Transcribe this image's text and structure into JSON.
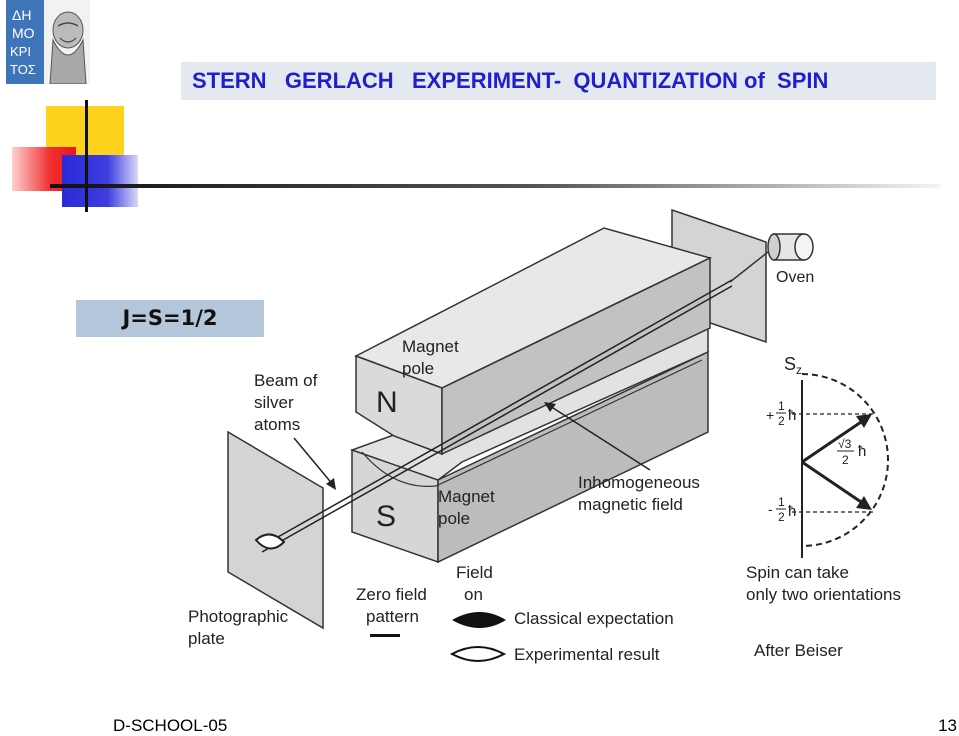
{
  "logo": {
    "lettering": [
      "ΔΗ",
      "ΜΟ",
      "ΚΡΙ",
      "ΤΟΣ"
    ]
  },
  "header": {
    "title": "STERN   GERLACH   EXPERIMENT-  QUANTIZATION of  SPIN"
  },
  "subtitle_box": {
    "text": "J=S=1/2"
  },
  "diagram": {
    "oven": "Oven",
    "magnet_pole_top": [
      "Magnet",
      "pole"
    ],
    "magnet_pole_bottom": [
      "Magnet",
      "pole"
    ],
    "north": "N",
    "south": "S",
    "beam_label": [
      "Beam of",
      "silver",
      "atoms"
    ],
    "inhomogeneous_label": [
      "Inhomogeneous",
      "magnetic field"
    ],
    "photographic_plate": [
      "Photographic",
      "plate"
    ],
    "zero_field_pattern": [
      "Zero field",
      "pattern"
    ],
    "field_on": [
      "Field",
      "on"
    ],
    "classical_expectation": "Classical expectation",
    "experimental_result": "Experimental result",
    "after_beiser": "After Beiser",
    "spin_caption": [
      "Spin can take",
      "only two orientations"
    ],
    "sz_label": "S",
    "sz_sub": "z",
    "plus_half": "+",
    "minus_half": "-",
    "half_num": "1",
    "half_den": "2",
    "hbar": "ħ",
    "sqrt3_num": "√3",
    "sqrt3_den": "2",
    "sqrt3_h": "ħ"
  },
  "footer": {
    "left": "D-SCHOOL-05",
    "page_number": "13"
  },
  "colors": {
    "title_text": "#1f1fcc",
    "title_bg": "#e4e9ef",
    "jbox_bg": "#b4c6da",
    "deco_yellow": "#ffd21e",
    "deco_red": "#f02828",
    "deco_blue": "#2a2ad8"
  }
}
